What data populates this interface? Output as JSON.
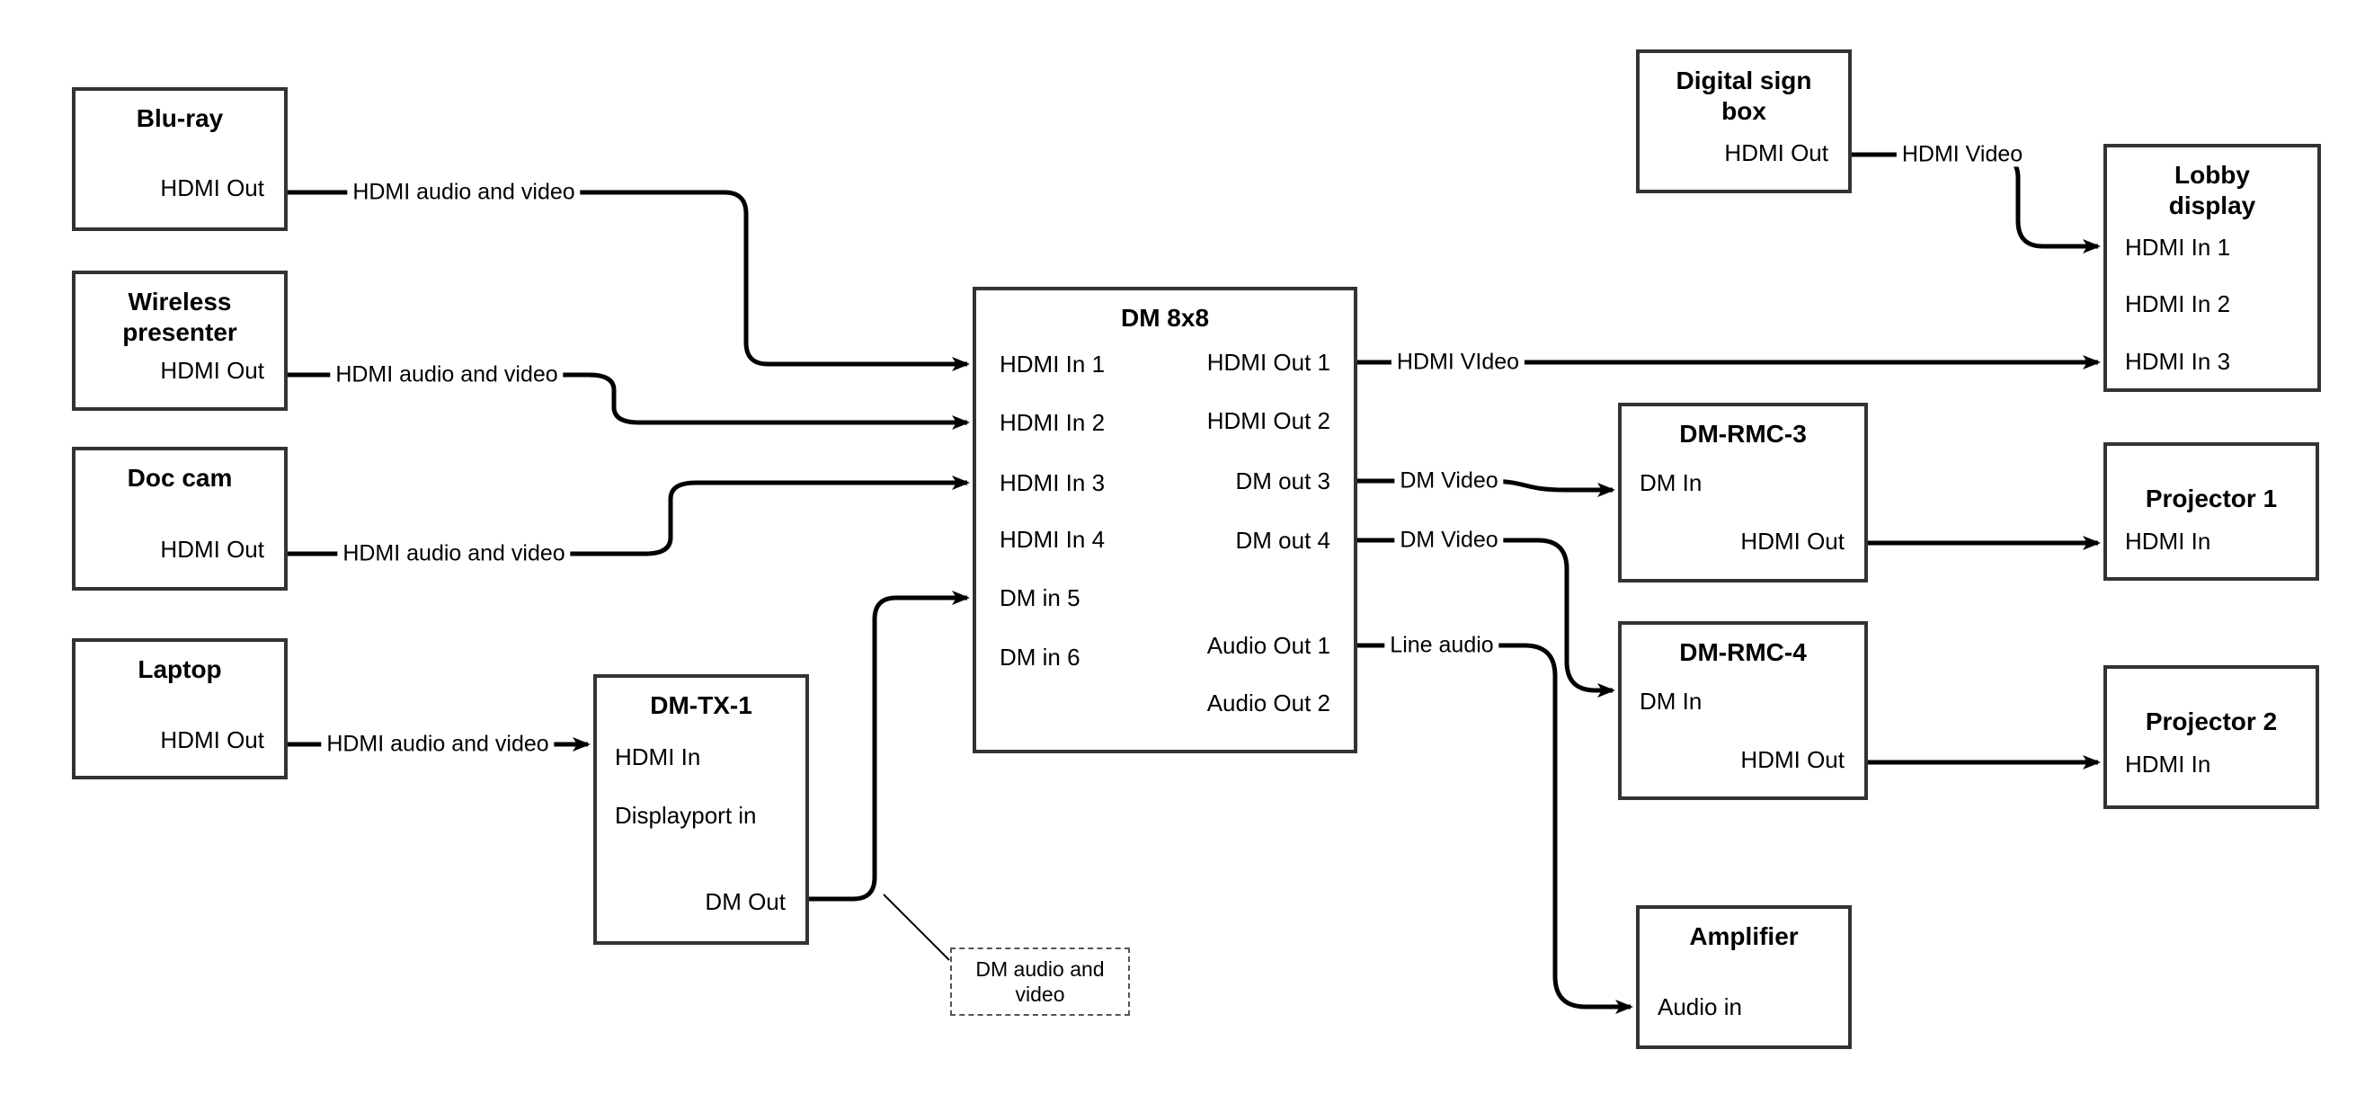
{
  "diagram_type": "av-signal-flow-diagram",
  "colors": {
    "line": "#000000",
    "box_border": "#333333",
    "background": "#ffffff",
    "text": "#000000"
  },
  "nodes": {
    "bluray": {
      "title": "Blu-ray",
      "ports": {
        "hdmi_out": "HDMI Out"
      }
    },
    "wireless_presenter": {
      "title": "Wireless presenter",
      "ports": {
        "hdmi_out": "HDMI Out"
      }
    },
    "doc_cam": {
      "title": "Doc cam",
      "ports": {
        "hdmi_out": "HDMI Out"
      }
    },
    "laptop": {
      "title": "Laptop",
      "ports": {
        "hdmi_out": "HDMI Out"
      }
    },
    "dm_tx_1": {
      "title": "DM-TX-1",
      "ports": {
        "hdmi_in": "HDMI In",
        "displayport_in": "Displayport in",
        "dm_out": "DM Out"
      }
    },
    "dm_8x8": {
      "title": "DM 8x8",
      "ports": {
        "hdmi_in_1": "HDMI In 1",
        "hdmi_in_2": "HDMI In 2",
        "hdmi_in_3": "HDMI In 3",
        "hdmi_in_4": "HDMI In 4",
        "dm_in_5": "DM in 5",
        "dm_in_6": "DM in 6",
        "hdmi_out_1": "HDMI Out 1",
        "hdmi_out_2": "HDMI Out 2",
        "dm_out_3": "DM out 3",
        "dm_out_4": "DM out 4",
        "audio_out_1": "Audio Out 1",
        "audio_out_2": "Audio Out 2"
      }
    },
    "digital_sign_box": {
      "title": "Digital sign box",
      "ports": {
        "hdmi_out": "HDMI Out"
      }
    },
    "lobby_display": {
      "title": "Lobby display",
      "ports": {
        "hdmi_in_1": "HDMI In 1",
        "hdmi_in_2": "HDMI In 2",
        "hdmi_in_3": "HDMI In 3"
      }
    },
    "dm_rmc_3": {
      "title": "DM-RMC-3",
      "ports": {
        "dm_in": "DM In",
        "hdmi_out": "HDMI Out"
      }
    },
    "projector_1": {
      "title": "Projector 1",
      "ports": {
        "hdmi_in": "HDMI In"
      }
    },
    "dm_rmc_4": {
      "title": "DM-RMC-4",
      "ports": {
        "dm_in": "DM In",
        "hdmi_out": "HDMI Out"
      }
    },
    "projector_2": {
      "title": "Projector 2",
      "ports": {
        "hdmi_in": "HDMI In"
      }
    },
    "amplifier": {
      "title": "Amplifier",
      "ports": {
        "audio_in": "Audio in"
      }
    }
  },
  "edge_labels": {
    "bluray_to_dm8x8": "HDMI audio and video",
    "wireless_to_dm8x8": "HDMI audio and video",
    "doccam_to_dm8x8": "HDMI audio and video",
    "laptop_to_dmtx1": "HDMI audio and video",
    "dm8x8_to_lobby": "HDMI VIdeo",
    "dm8x8_to_dmrmc3": "DM Video",
    "dm8x8_to_dmrmc4": "DM Video",
    "dm8x8_to_amplifier": "Line audio",
    "sign_to_lobby": "HDMI Video",
    "annotation": "DM audio and video"
  }
}
